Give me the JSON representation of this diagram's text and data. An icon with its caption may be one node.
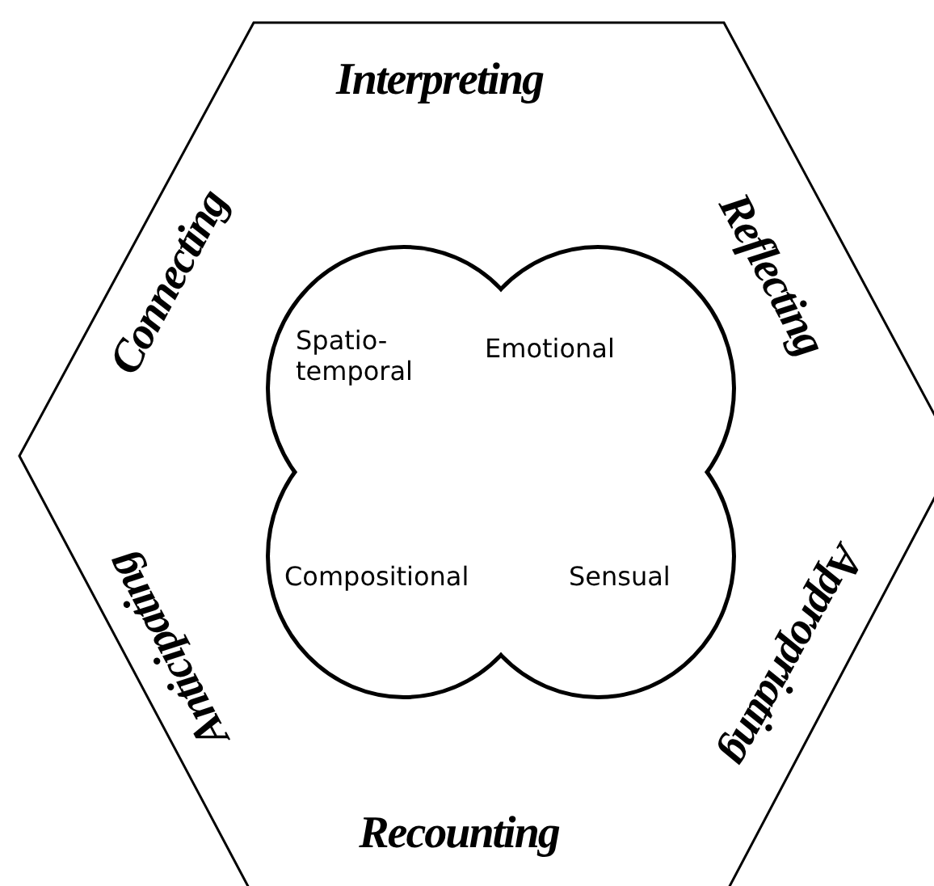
{
  "diagram": {
    "nodes": [
      {
        "text": [
          "Interpreting",
          "Connecting",
          "Reflecting",
          "Anticipating",
          "Appropriating",
          "Recounting"
        ]
      },
      {
        "text": [
          "Spatio- temporal",
          "Emotional",
          "Compositional",
          "Sensual"
        ],
        "in": 0
      }
    ]
  }
}
